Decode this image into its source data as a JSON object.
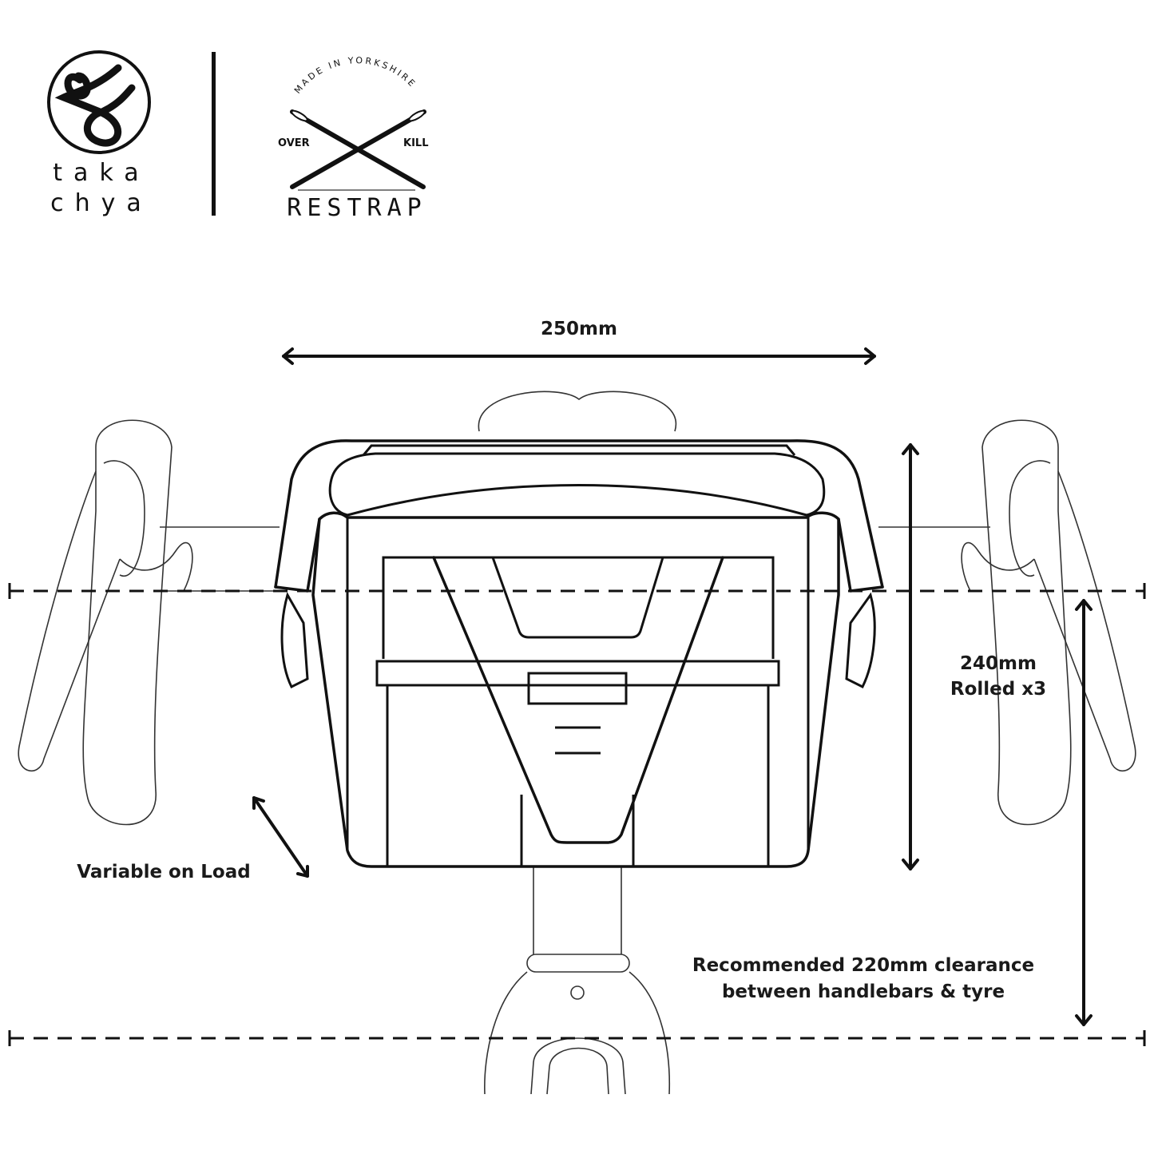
{
  "logos": {
    "takachya": {
      "line1": "taka",
      "line2": "chya"
    },
    "restrap": {
      "arc": "MADE IN YORKSHIRE",
      "left": "OVER",
      "right": "KILL",
      "name": "RESTRAP"
    }
  },
  "dimensions": {
    "width": "250mm",
    "height_line1": "240mm",
    "height_line2": "Rolled x3",
    "variable": "Variable on Load",
    "clearance_line1": "Recommended 220mm clearance",
    "clearance_line2": "between handlebars & tyre"
  },
  "colors": {
    "ink": "#111111",
    "background": "#ffffff"
  }
}
